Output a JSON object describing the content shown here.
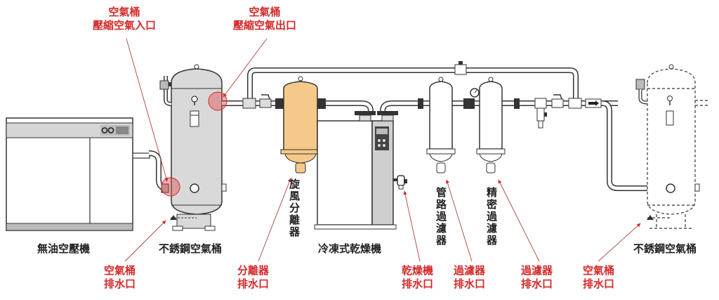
{
  "colors": {
    "annotation_red": "#d42a2a",
    "line_dark": "#333333",
    "tank_fill": "#d9d9d9",
    "separator_fill": "#f5c98a",
    "highlight_circle": "#e05050"
  },
  "annotations": {
    "tank_inlet": {
      "line1": "空氣桶",
      "line2": "壓縮空氣入口"
    },
    "tank_outlet": {
      "line1": "空氣桶",
      "line2": "壓縮空氣出口"
    },
    "tank_drain_1": {
      "line1": "空氣桶",
      "line2": "排水口"
    },
    "separator_drain": {
      "line1": "分離器",
      "line2": "排水口"
    },
    "dryer_drain": {
      "line1": "乾燥機",
      "line2": "排水口"
    },
    "line_filter_drain": {
      "line1": "過濾器",
      "line2": "排水口"
    },
    "precision_filter_drain": {
      "line1": "過濾器",
      "line2": "排水口"
    },
    "tank_drain_2": {
      "line1": "空氣桶",
      "line2": "排水口"
    }
  },
  "components": {
    "compressor": "無油空壓機",
    "tank_1": "不銹鋼空氣桶",
    "cyclone_separator": "旋風分離器",
    "dryer": "冷凍式乾燥機",
    "line_filter": "管路過濾器",
    "precision_filter": "精密過濾器",
    "tank_2": "不銹鋼空氣桶"
  },
  "icons": {
    "compressor_logo": "double-circle-logo",
    "flow_direction": "arrow-right"
  }
}
